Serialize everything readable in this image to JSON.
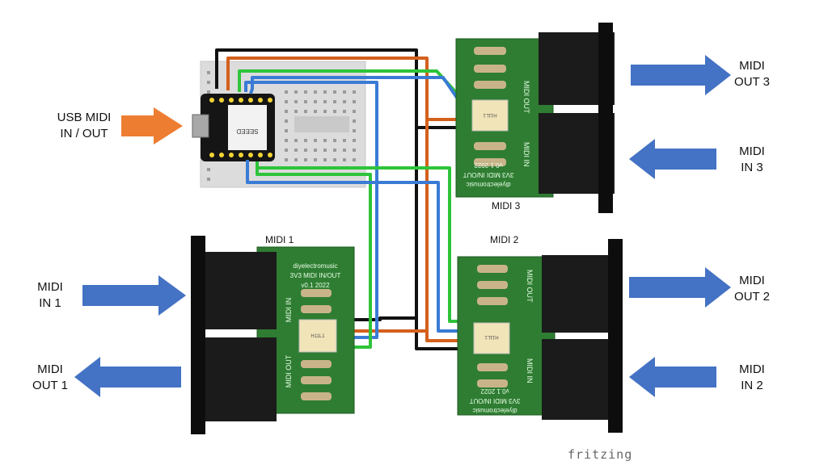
{
  "labels": {
    "usb": "USB MIDI\nIN / OUT",
    "in1": "MIDI\nIN 1",
    "out1": "MIDI\nOUT 1",
    "out2": "MIDI\nOUT 2",
    "in2": "MIDI\nIN 2",
    "out3": "MIDI\nOUT 3",
    "in3": "MIDI\nIN 3"
  },
  "boards": {
    "midi1": {
      "title": "MIDI 1"
    },
    "midi2": {
      "title": "MIDI 2"
    },
    "midi3": {
      "title": "MIDI 3"
    },
    "silkscreen_line1": "diyelectromusic",
    "silkscreen_line2": "3V3 MIDI IN/OUT",
    "silkscreen_line3": "v0.1 2022",
    "port_in": "MIDI IN",
    "port_out": "MIDI OUT",
    "chip_text": "H11L1"
  },
  "mcu_chip_text": "SEEED",
  "brand": "fritzing",
  "colors": {
    "arrow_blue": "#4472C4",
    "arrow_orange": "#ED7D31",
    "pcb_green": "#2f7d32",
    "wire_black": "#111111",
    "wire_orange": "#d4601c",
    "wire_green": "#2ec43a",
    "wire_blue": "#3a7bd5"
  }
}
